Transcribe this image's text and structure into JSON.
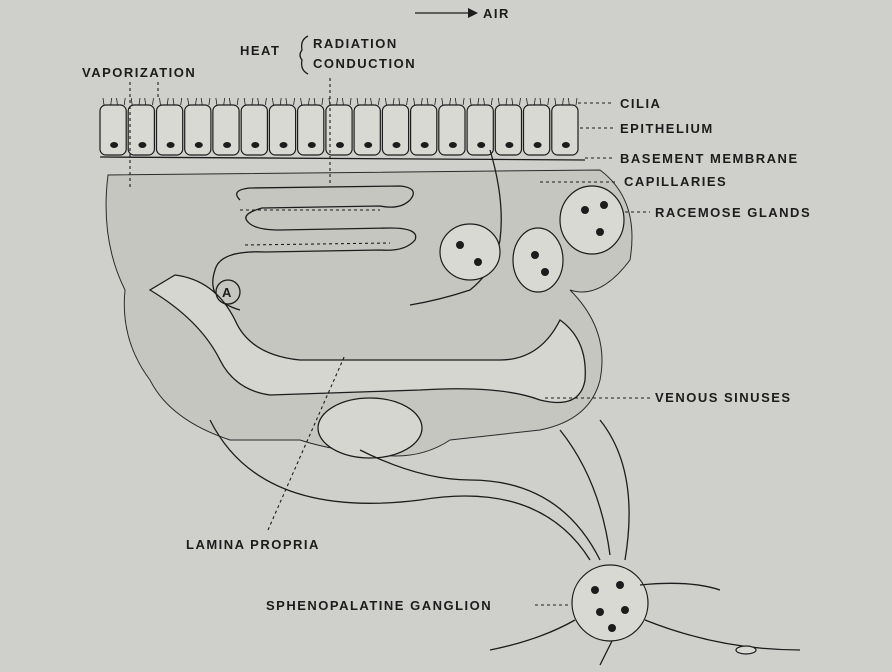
{
  "labels": {
    "air": "AIR",
    "heat": "HEAT",
    "radiation": "RADIATION",
    "conduction": "CONDUCTION",
    "vaporization": "VAPORIZATION",
    "cilia": "CILIA",
    "epithelium": "EPITHELIUM",
    "basement_membrane": "BASEMENT MEMBRANE",
    "capillaries": "CAPILLARIES",
    "racemose_glands": "RACEMOSE GLANDS",
    "venous_sinuses": "VENOUS SINUSES",
    "lamina_propria": "LAMINA PROPRIA",
    "sphenopalatine_ganglion": "SPHENOPALATINE GANGLION",
    "artery_marker": "A"
  }
}
